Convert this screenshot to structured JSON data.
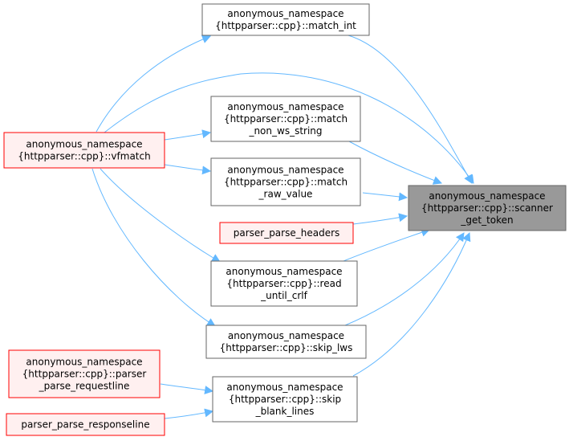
{
  "colors": {
    "edge": "#63b8ff",
    "node_fill_default": "#ffffff",
    "node_stroke_default": "#666666",
    "node_fill_red": "#fff0f0",
    "node_stroke_red": "#ff0000",
    "node_fill_focus": "#999999",
    "node_stroke_focus": "#666666"
  },
  "nodes": {
    "match_int": {
      "lines": [
        "anonymous_namespace",
        "{httpparser::cpp}::match_int"
      ]
    },
    "vfmatch": {
      "lines": [
        "anonymous_namespace",
        "{httpparser::cpp}::vfmatch"
      ]
    },
    "match_non_ws_string": {
      "lines": [
        "anonymous_namespace",
        "{httpparser::cpp}::match",
        "_non_ws_string"
      ]
    },
    "match_raw_value": {
      "lines": [
        "anonymous_namespace",
        "{httpparser::cpp}::match",
        "_raw_value"
      ]
    },
    "parser_parse_headers": {
      "lines": [
        "parser_parse_headers"
      ]
    },
    "read_until_crlf": {
      "lines": [
        "anonymous_namespace",
        "{httpparser::cpp}::read",
        "_until_crlf"
      ]
    },
    "skip_lws": {
      "lines": [
        "anonymous_namespace",
        "{httpparser::cpp}::skip_lws"
      ]
    },
    "parser_parse_requestline": {
      "lines": [
        "anonymous_namespace",
        "{httpparser::cpp}::parser",
        "_parse_requestline"
      ]
    },
    "parser_parse_responseline": {
      "lines": [
        "parser_parse_responseline"
      ]
    },
    "skip_blank_lines": {
      "lines": [
        "anonymous_namespace",
        "{httpparser::cpp}::skip",
        "_blank_lines"
      ]
    },
    "scanner_get_token": {
      "lines": [
        "anonymous_namespace",
        "{httpparser::cpp}::scanner",
        "_get_token"
      ]
    }
  }
}
